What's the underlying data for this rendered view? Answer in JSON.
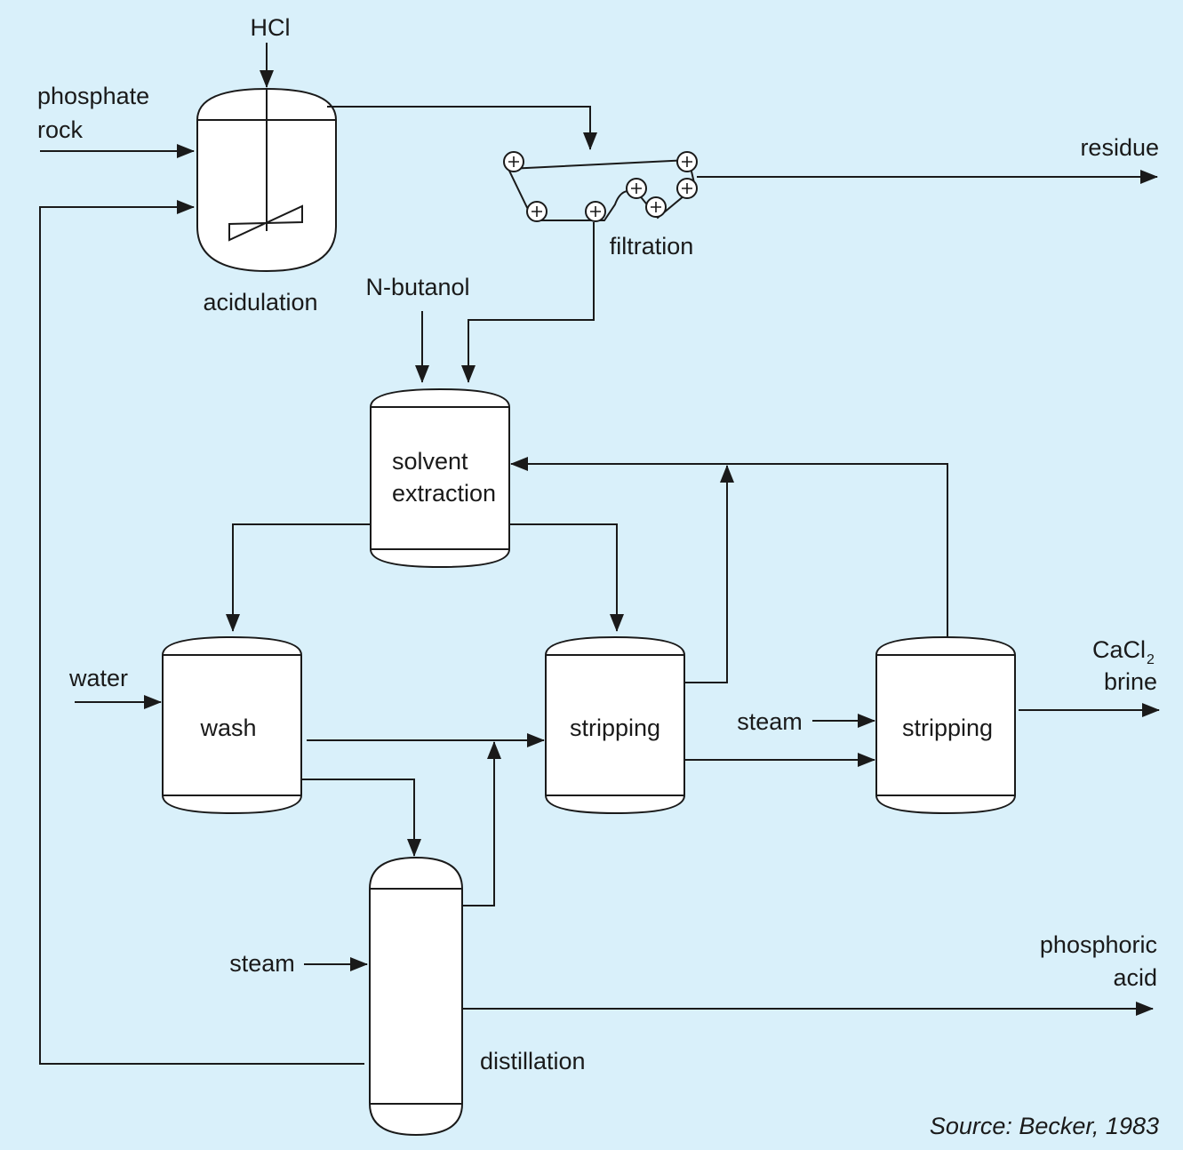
{
  "labels": {
    "hcl": "HCl",
    "phosphate_rock_1": "phosphate",
    "phosphate_rock_2": "rock",
    "acidulation": "acidulation",
    "filtration": "filtration",
    "residue": "residue",
    "n_butanol": "N-butanol",
    "solvent_1": "solvent",
    "solvent_2": "extraction",
    "water": "water",
    "wash": "wash",
    "stripping_1": "stripping",
    "stripping_2": "stripping",
    "steam_mid": "steam",
    "cacl2_main": "CaCl",
    "cacl2_sub": "2",
    "brine": "brine",
    "steam_low": "steam",
    "phosphoric_1": "phosphoric",
    "phosphoric_2": "acid",
    "distillation": "distillation",
    "source": "Source: Becker, 1983"
  }
}
